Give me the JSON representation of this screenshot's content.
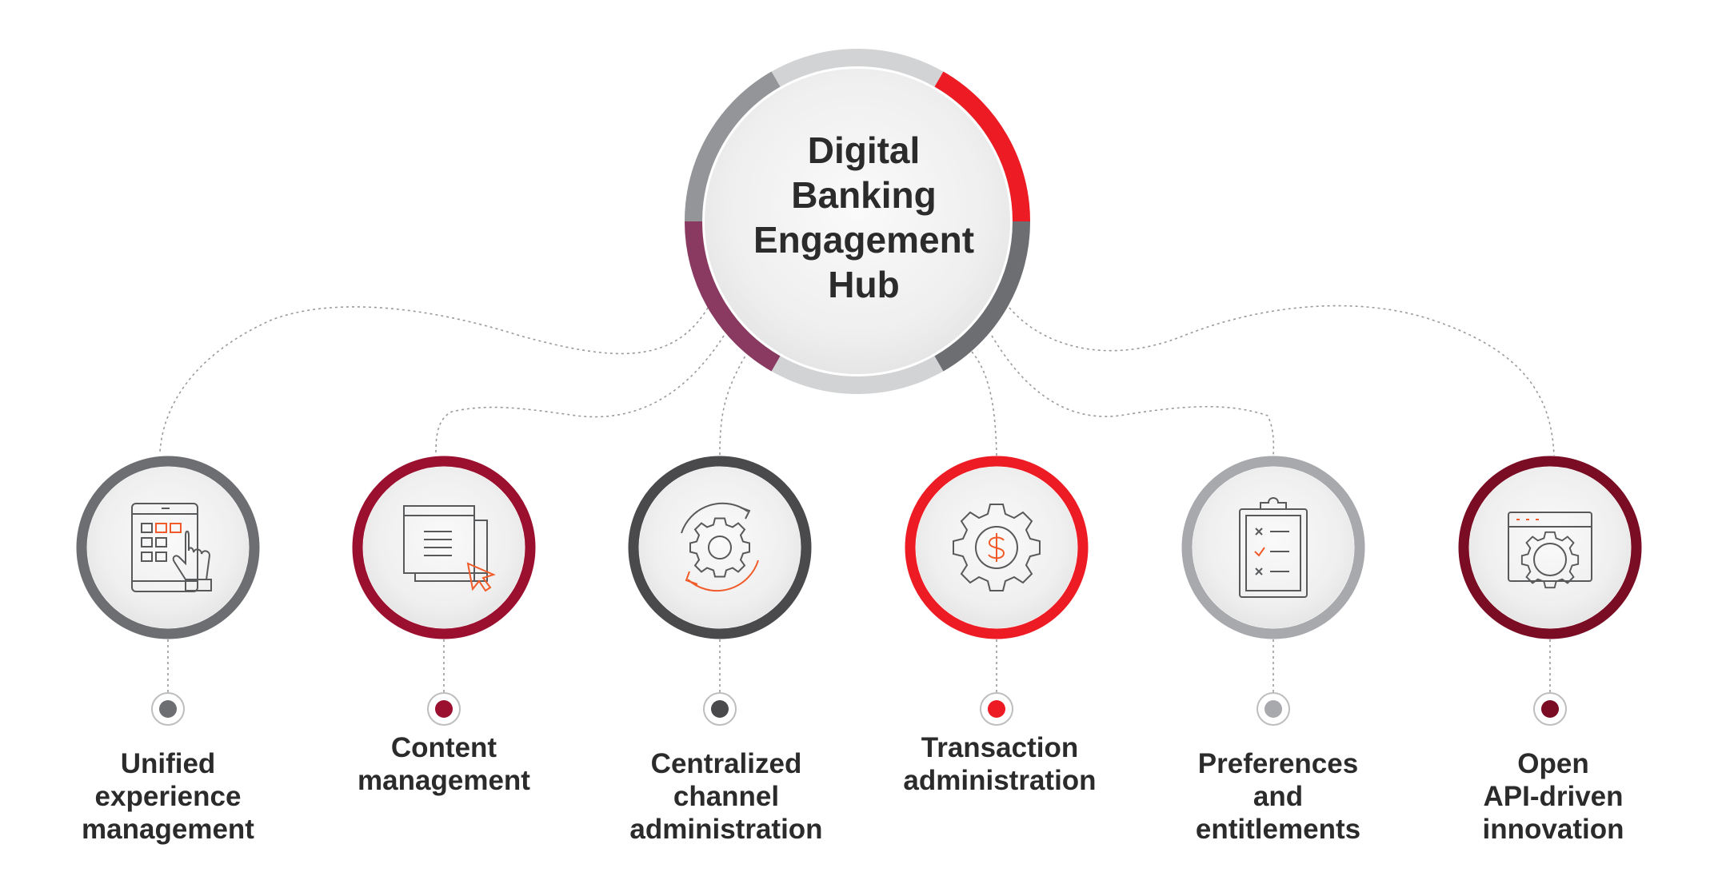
{
  "hub": {
    "title_lines": [
      "Digital",
      "Banking",
      "Engagement",
      "Hub"
    ]
  },
  "colors": {
    "dark_gray": "#6d6e71",
    "crimson": "#9b0f2f",
    "charcoal": "#4a4a4c",
    "red": "#ed1c24",
    "light_gray": "#a7a9ac",
    "maroon": "#7a0d24",
    "plum": "#8a3a60",
    "ring_light": "#d1d3d4",
    "icon_line": "#58595b",
    "icon_accent": "#f15a29"
  },
  "nodes": [
    {
      "icon": "tablet-touch-icon",
      "color": "#6d6e71",
      "label_lines": [
        "Unified",
        "experience",
        "management"
      ]
    },
    {
      "icon": "content-window-cursor-icon",
      "color": "#9b0f2f",
      "label_lines": [
        "Content",
        "management"
      ]
    },
    {
      "icon": "gear-cycle-icon",
      "color": "#4a4a4c",
      "label_lines": [
        "Centralized",
        "channel",
        "administration"
      ]
    },
    {
      "icon": "gear-dollar-icon",
      "color": "#ed1c24",
      "label_lines": [
        "Transaction",
        "administration"
      ]
    },
    {
      "icon": "clipboard-checklist-icon",
      "color": "#a7a9ac",
      "label_lines": [
        "Preferences",
        "and",
        "entitlements"
      ]
    },
    {
      "icon": "browser-gear-icon",
      "color": "#7a0d24",
      "label_lines": [
        "Open",
        "API-driven",
        "innovation"
      ]
    }
  ]
}
